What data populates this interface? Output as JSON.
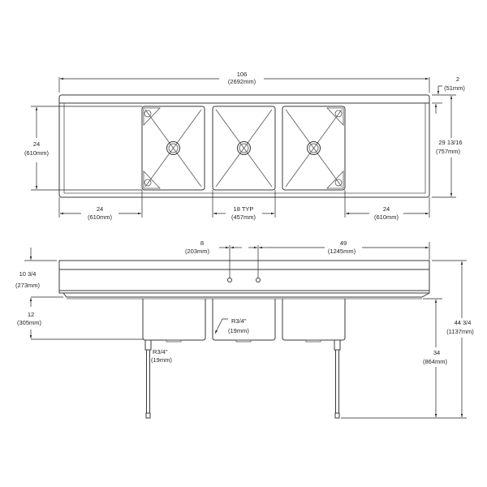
{
  "drawing": {
    "title": "Three compartment sink with left and right drainboards - dimensional drawing",
    "line_color": "#3a3a3a",
    "background": "#ffffff"
  },
  "top_view": {
    "overall_length": {
      "value": "106",
      "metric": "(2692mm)"
    },
    "backsplash_depth": {
      "value": "2",
      "metric": "(51mm)"
    },
    "overall_depth": {
      "value": "29 13/16",
      "metric": "(757mm)"
    },
    "bowl_front_to_back": {
      "value": "24",
      "metric": "(610mm)"
    },
    "left_drainboard": {
      "value": "24",
      "metric": "(610mm)"
    },
    "bowl_width": {
      "value": "18 TYP",
      "metric": "(457mm)"
    },
    "right_drainboard": {
      "value": "24",
      "metric": "(610mm)"
    },
    "bowl_count": 3
  },
  "front_view": {
    "faucet_spacing": {
      "value": "8",
      "metric": "(203mm)"
    },
    "faucet_to_end": {
      "value": "49",
      "metric": "(1245mm)"
    },
    "backsplash_height": {
      "value": "10 3/4",
      "metric": "(273mm)"
    },
    "bowl_depth": {
      "value": "12",
      "metric": "(305mm)"
    },
    "corner_radius_left": {
      "value": "R3/4\"",
      "metric": "(19mm)"
    },
    "corner_radius_center": {
      "value": "R3/4\"",
      "metric": "(19mm)"
    },
    "work_height": {
      "value": "34",
      "metric": "(864mm)"
    },
    "overall_height": {
      "value": "44 3/4",
      "metric": "(1137mm)"
    }
  }
}
